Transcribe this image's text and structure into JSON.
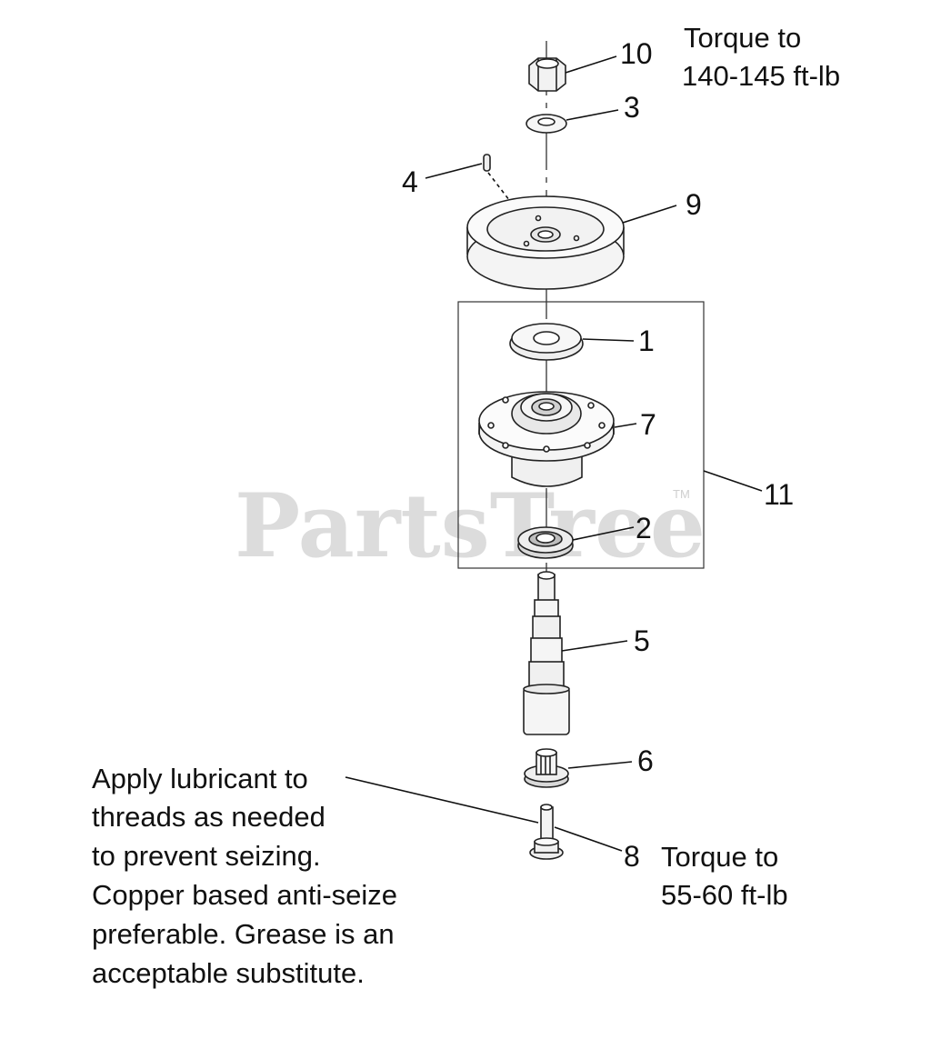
{
  "watermark": {
    "text": "PartsTree",
    "tm": "TM"
  },
  "callouts": {
    "c10": "10",
    "c3": "3",
    "c4": "4",
    "c9": "9",
    "c1": "1",
    "c7": "7",
    "c11": "11",
    "c2": "2",
    "c5": "5",
    "c6": "6",
    "c8": "8"
  },
  "notes": {
    "torque_top": [
      "Torque to",
      "140-145 ft-lb"
    ],
    "torque_bottom": [
      "Torque to",
      "55-60 ft-lb"
    ],
    "lubricant": [
      "Apply lubricant to",
      "threads as needed",
      "to prevent seizing.",
      "Copper based anti-seize",
      "preferable. Grease is an",
      "acceptable substitute."
    ]
  }
}
